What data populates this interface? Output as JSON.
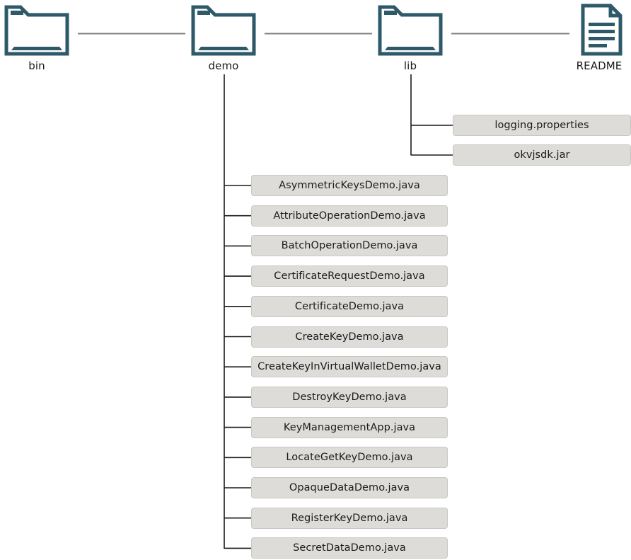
{
  "diagram": {
    "type": "directory-tree",
    "colors": {
      "folder_icon": "#2e5968",
      "document_icon": "#2e5968",
      "box_fill": "#dedcd9",
      "box_border": "#c9c7c3",
      "connector_top": "#7f7f7f",
      "connector_branch": "#1a1a1a",
      "text": "#1a1a1a",
      "background": "#ffffff"
    },
    "root_nodes": [
      {
        "id": "bin",
        "label": "bin",
        "icon": "folder-icon"
      },
      {
        "id": "demo",
        "label": "demo",
        "icon": "folder-icon"
      },
      {
        "id": "lib",
        "label": "lib",
        "icon": "folder-icon"
      },
      {
        "id": "readme",
        "label": "README",
        "icon": "document-icon"
      }
    ],
    "lib_children": [
      {
        "label": "logging.properties"
      },
      {
        "label": "okvjsdk.jar"
      }
    ],
    "demo_children": [
      {
        "label": "AsymmetricKeysDemo.java"
      },
      {
        "label": "AttributeOperationDemo.java"
      },
      {
        "label": "BatchOperationDemo.java"
      },
      {
        "label": "CertificateRequestDemo.java"
      },
      {
        "label": "CertificateDemo.java"
      },
      {
        "label": "CreateKeyDemo.java"
      },
      {
        "label": "CreateKeyInVirtualWalletDemo.java"
      },
      {
        "label": "DestroyKeyDemo.java"
      },
      {
        "label": "KeyManagementApp.java"
      },
      {
        "label": "LocateGetKeyDemo.java"
      },
      {
        "label": "OpaqueDataDemo.java"
      },
      {
        "label": "RegisterKeyDemo.java"
      },
      {
        "label": "SecretDataDemo.java"
      }
    ]
  }
}
